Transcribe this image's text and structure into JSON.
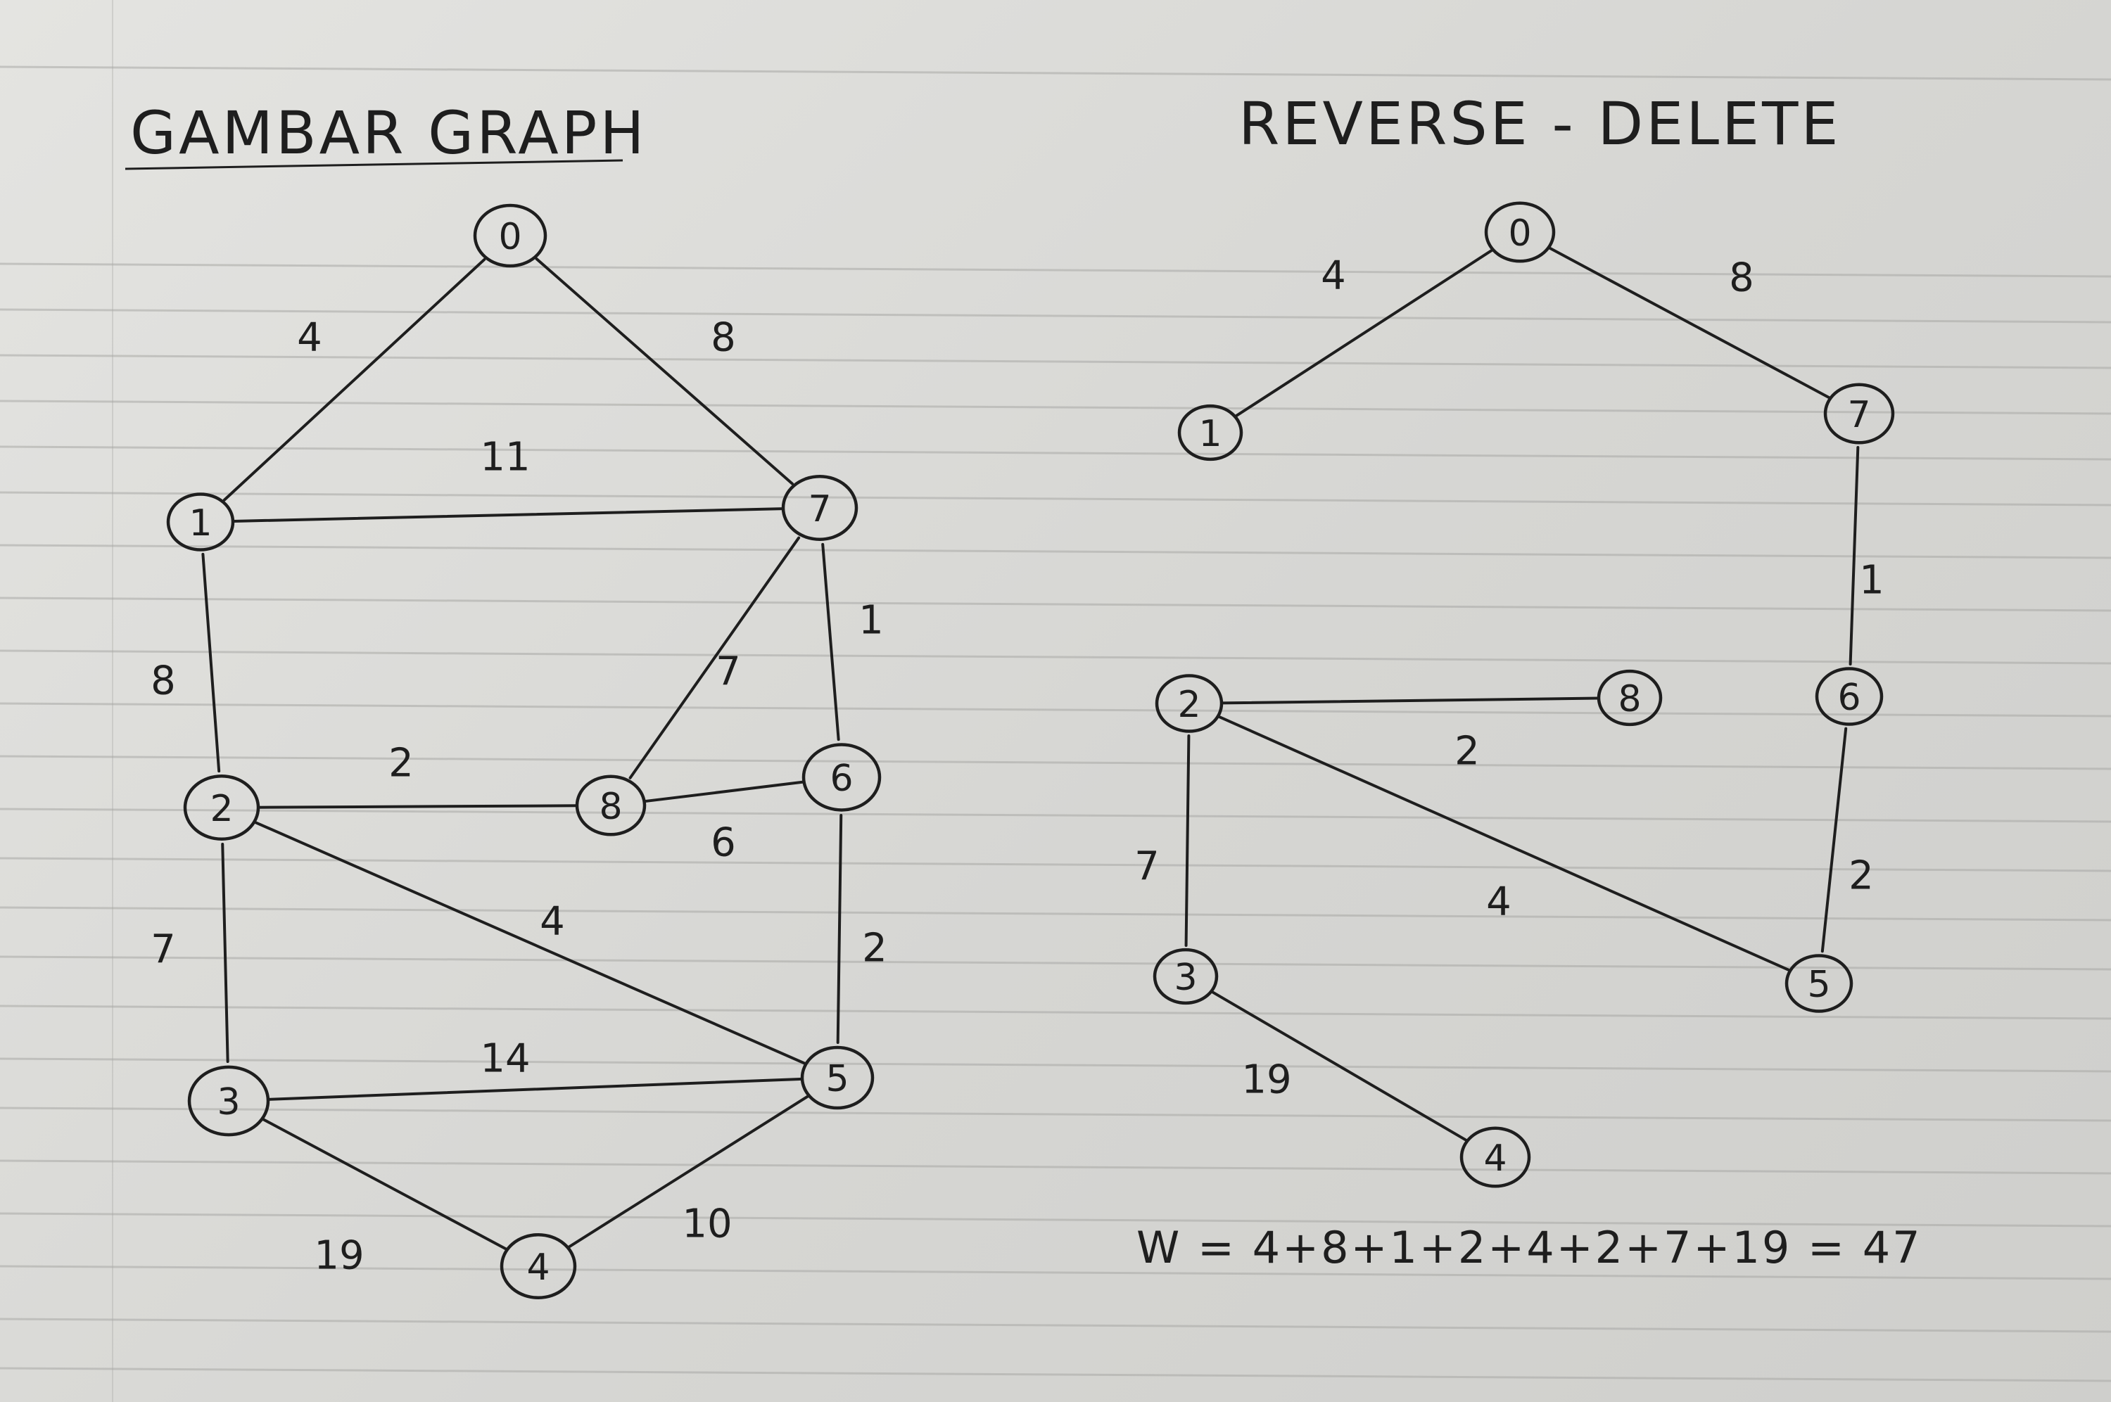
{
  "left_graph": {
    "title": "GAMBAR GRAPH",
    "nodes": [
      "0",
      "1",
      "2",
      "3",
      "4",
      "5",
      "6",
      "7",
      "8"
    ],
    "edges": [
      {
        "from": "0",
        "to": "1",
        "weight": "4"
      },
      {
        "from": "0",
        "to": "7",
        "weight": "8"
      },
      {
        "from": "1",
        "to": "7",
        "weight": "11"
      },
      {
        "from": "1",
        "to": "2",
        "weight": "8"
      },
      {
        "from": "7",
        "to": "6",
        "weight": "1"
      },
      {
        "from": "7",
        "to": "8",
        "weight": "7"
      },
      {
        "from": "2",
        "to": "8",
        "weight": "2"
      },
      {
        "from": "8",
        "to": "6",
        "weight": "6"
      },
      {
        "from": "2",
        "to": "5",
        "weight": "4"
      },
      {
        "from": "2",
        "to": "3",
        "weight": "7"
      },
      {
        "from": "6",
        "to": "5",
        "weight": "2"
      },
      {
        "from": "3",
        "to": "5",
        "weight": "14"
      },
      {
        "from": "3",
        "to": "4",
        "weight": "19"
      },
      {
        "from": "4",
        "to": "5",
        "weight": "10"
      }
    ]
  },
  "right_graph": {
    "title": "REVERSE - DELETE",
    "nodes": [
      "0",
      "1",
      "7",
      "6",
      "2",
      "8",
      "3",
      "5",
      "4"
    ],
    "edges": [
      {
        "from": "0",
        "to": "1",
        "weight": "4"
      },
      {
        "from": "0",
        "to": "7",
        "weight": "8"
      },
      {
        "from": "7",
        "to": "6",
        "weight": "1"
      },
      {
        "from": "6",
        "to": "5",
        "weight": "2"
      },
      {
        "from": "2",
        "to": "8",
        "weight": "2"
      },
      {
        "from": "2",
        "to": "5",
        "weight": "4"
      },
      {
        "from": "2",
        "to": "3",
        "weight": "7"
      },
      {
        "from": "3",
        "to": "4",
        "weight": "19"
      }
    ],
    "formula": "W = 4+8+1+2+4+2+7+19 = 47"
  },
  "colors": {
    "ink": "#1e1e1e",
    "ruled_line": "#a9a9a6"
  }
}
